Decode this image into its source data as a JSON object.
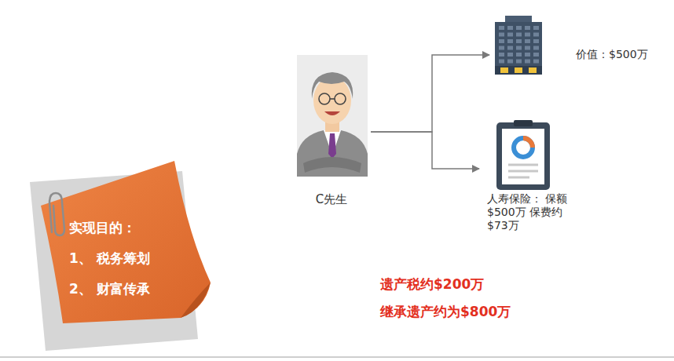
{
  "diagram": {
    "nodes": [
      {
        "text": [
          "实现目的：",
          "1、 税务筹划",
          "2、 财富传承"
        ]
      },
      {
        "text": [
          "C先生"
        ]
      },
      {
        "text": [
          "价值：$500万"
        ]
      },
      {
        "text": [
          "人寿保险： 保额$500万 保费约$73万"
        ]
      }
    ],
    "edges": [
      {
        "from": 1,
        "to": 2,
        "arrow": "to"
      },
      {
        "from": 1,
        "to": 3,
        "arrow": "to"
      }
    ],
    "labels": [
      "遗产税约$200万",
      "继承遗产约为$800万"
    ]
  }
}
